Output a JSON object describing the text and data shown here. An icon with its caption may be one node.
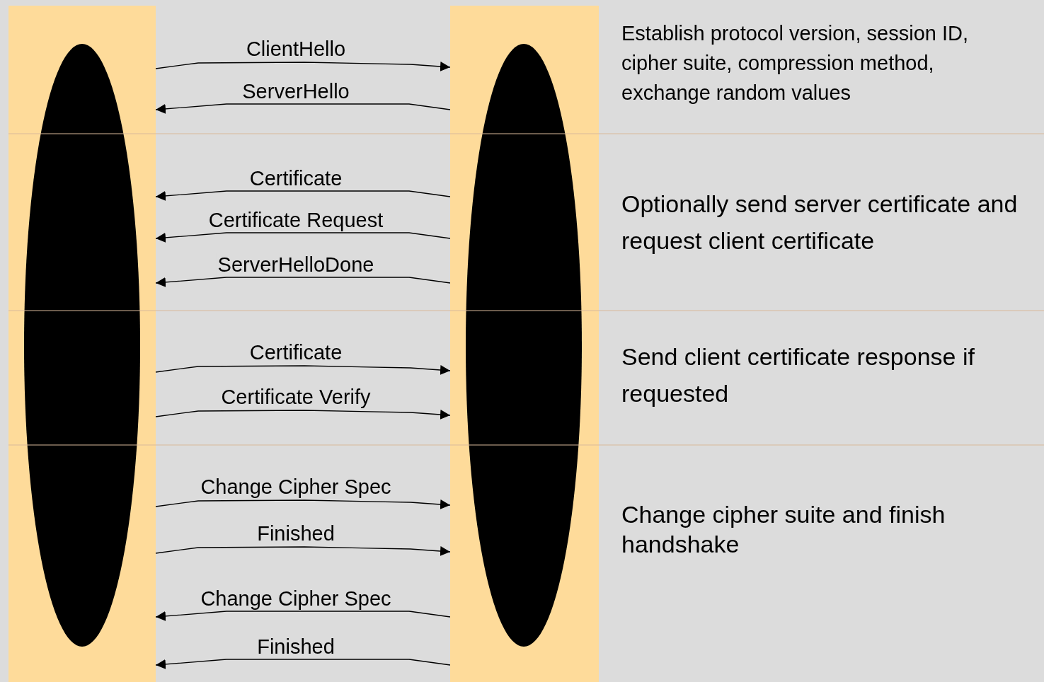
{
  "diagram": {
    "nodes": [
      {
        "text": [],
        "shape": "bar"
      },
      {
        "text": [],
        "shape": "ellipse",
        "in": 0
      },
      {
        "text": [],
        "shape": "bar"
      },
      {
        "text": [],
        "shape": "ellipse",
        "in": 2
      }
    ],
    "edges": [
      {
        "from": 0,
        "to": 2,
        "arrow": "to",
        "label": "ClientHello"
      },
      {
        "from": 2,
        "to": 0,
        "arrow": "to",
        "label": "ServerHello"
      },
      {
        "from": 2,
        "to": 0,
        "arrow": "to",
        "label": "Certificate"
      },
      {
        "from": 2,
        "to": 0,
        "arrow": "to",
        "label": "Certificate Request"
      },
      {
        "from": 2,
        "to": 0,
        "arrow": "to",
        "label": "ServerHelloDone"
      },
      {
        "from": 0,
        "to": 2,
        "arrow": "to",
        "label": "Certificate"
      },
      {
        "from": 0,
        "to": 2,
        "arrow": "to",
        "label": "Certificate Verify"
      },
      {
        "from": 0,
        "to": 2,
        "arrow": "to",
        "label": "Change Cipher Spec"
      },
      {
        "from": 0,
        "to": 2,
        "arrow": "to",
        "label": "Finished"
      },
      {
        "from": 2,
        "to": 0,
        "arrow": "to",
        "label": "Change Cipher Spec"
      },
      {
        "from": 2,
        "to": 0,
        "arrow": "to",
        "label": "Finished"
      }
    ],
    "labels": [
      "Establish protocol version, session ID, cipher suite, compression method, exchange random values",
      "Optionally send server certificate and request client certificate",
      "Send client certificate response if requested",
      "Change cipher suite and finish handshake"
    ]
  }
}
